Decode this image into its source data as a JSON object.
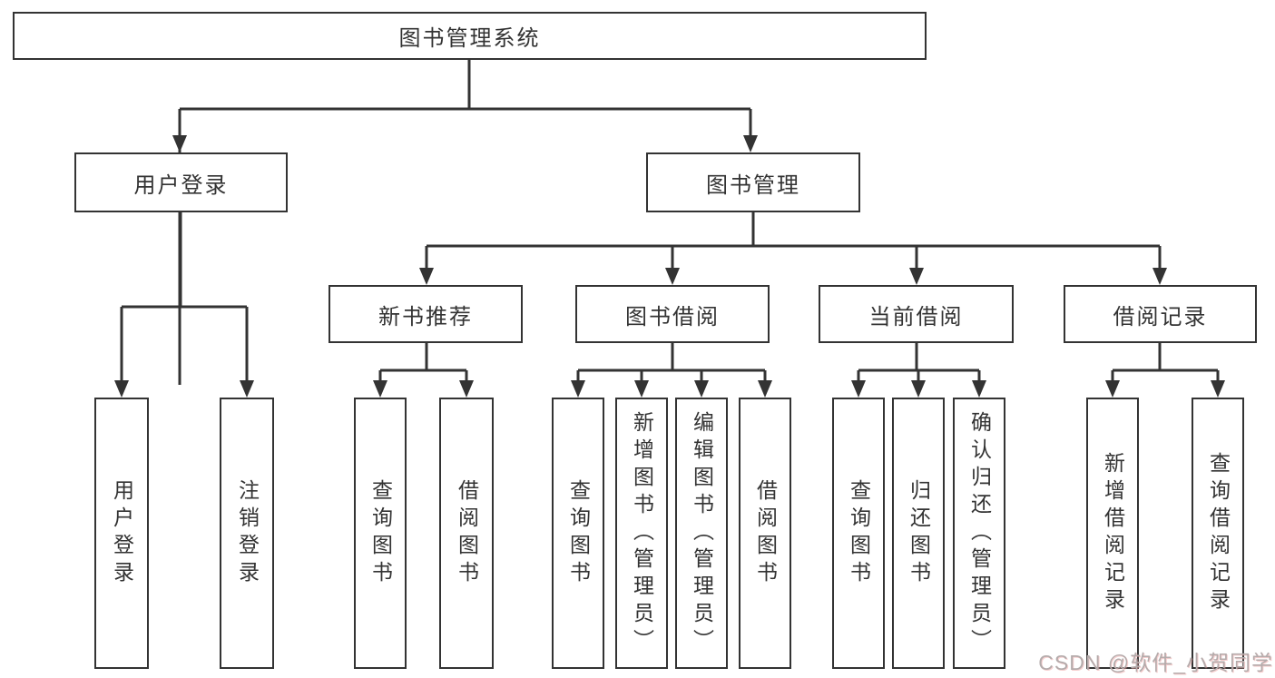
{
  "diagram": {
    "title": "图书管理系统",
    "level1": [
      {
        "label": "用户登录"
      },
      {
        "label": "图书管理"
      }
    ],
    "level2": [
      {
        "label": "新书推荐"
      },
      {
        "label": "图书借阅"
      },
      {
        "label": "当前借阅"
      },
      {
        "label": "借阅记录"
      }
    ],
    "leaves": [
      {
        "label": "用户登录"
      },
      {
        "label": "注销登录"
      },
      {
        "label": "查询图书"
      },
      {
        "label": "借阅图书"
      },
      {
        "label": "查询图书"
      },
      {
        "label": "新增图书（管理员）"
      },
      {
        "label": "编辑图书（管理员）"
      },
      {
        "label": "借阅图书"
      },
      {
        "label": "查询图书"
      },
      {
        "label": "归还图书"
      },
      {
        "label": "确认归还（管理员）"
      },
      {
        "label": "新增借阅记录"
      },
      {
        "label": "查询借阅记录"
      }
    ],
    "colors": {
      "line": "#333333",
      "box_border": "#333333",
      "text": "#333333",
      "watermark": "#b4abab"
    }
  },
  "watermark": {
    "text": "CSDN @软件_小贺同学"
  }
}
